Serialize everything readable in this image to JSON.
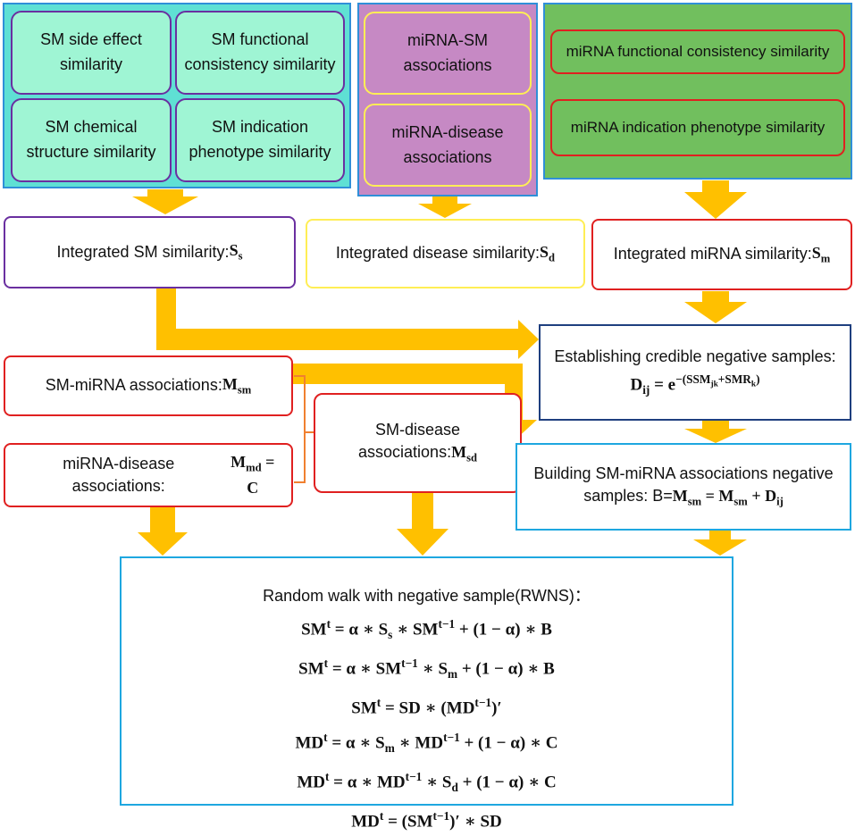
{
  "panels": {
    "sm_features": {
      "side_effect": "SM side effect similarity",
      "functional": "SM functional consistency similarity",
      "chemical": "SM chemical structure similarity",
      "indication": "SM indication phenotype similarity"
    },
    "mirna_associations": {
      "sm": "miRNA-SM associations",
      "disease": "miRNA-disease associations"
    },
    "mirna_features": {
      "functional": "miRNA functional consistency similarity",
      "indication": "miRNA indication phenotype similarity"
    }
  },
  "nodes": {
    "sm_similarity": {
      "label": "Integrated SM similarity:",
      "sym": "S",
      "sub": "s"
    },
    "disease_similarity": {
      "label": "Integrated disease similarity:",
      "sym": "S",
      "sub": "d"
    },
    "mirna_similarity": {
      "label": "Integrated miRNA similarity:",
      "sym": "S",
      "sub": "m"
    },
    "negative_samples": {
      "label": "Establishing credible negative samples:"
    },
    "sm_mirna_assoc": {
      "label": "SM-miRNA associations:",
      "sym": "M",
      "sub": "sm"
    },
    "mirna_disease_assoc": {
      "label": "miRNA-disease associations:",
      "sym": "M",
      "sub": "md",
      "tail": "= C"
    },
    "sm_disease_assoc": {
      "label1": "SM-disease",
      "label2": "associations:",
      "sym": "M",
      "sub": "sd"
    },
    "building": {
      "label1": "Building SM-miRNA associations negative",
      "label2": "samples: B=",
      "eq": "= M"
    },
    "rwns": {
      "title": "Random walk with negative sample(RWNS)："
    }
  },
  "colors": {
    "arrow": "#ffc000",
    "teal_fill": "#9ff5d4",
    "purple_fill": "#c689c4",
    "green_fill": "#71bf5e",
    "panel_border": "#2f8fd8",
    "purple_border": "#6a2fa0",
    "yellow_border": "#ffee55",
    "red_border": "#e02020",
    "navy_border": "#1f3f7f",
    "cyan_border": "#1ea7e0",
    "orange_connector": "#f08030"
  }
}
